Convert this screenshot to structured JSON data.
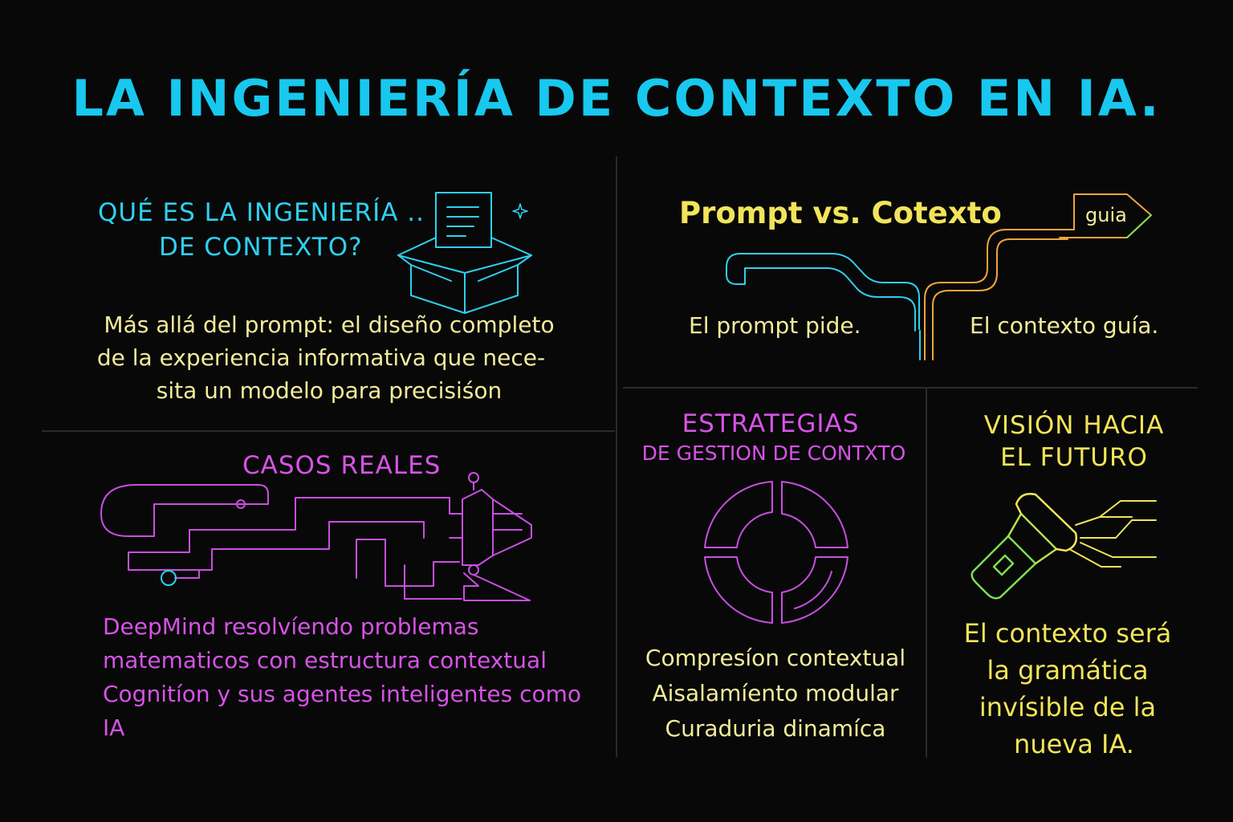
{
  "title": "LA INGENIERÍA DE CONTEXTO EN IA.",
  "sections": {
    "what_is": {
      "heading_line1": "QUÉ ES LA INGENIERÍA ..",
      "heading_line2": "DE CONTEXTO?",
      "body_line1": "Más allá del prompt: el diseño completo",
      "body_line2": "de la experiencia informativa que nece-",
      "body_line3": "sita un modelo para precisiśon"
    },
    "prompt_vs_context": {
      "heading": "Prompt vs. Cotexto",
      "tag": "guia",
      "left_caption": "El prompt pide.",
      "right_caption": "El contexto guía."
    },
    "real_cases": {
      "heading": "CASOS REALES",
      "body_line1": "DeepMind resolvíendo problemas",
      "body_line2": "matematicos con estructura contextual",
      "body_line3": "Cognitíon y sus agentes inteligentes como",
      "body_line4": "IA"
    },
    "strategies": {
      "heading_line1": "ESTRATEGIAS",
      "heading_line2": "DE GESTION DE CONTXTO",
      "items": [
        "Compresíon contextual",
        "Aisalamíento modular",
        "Curaduria dinamíca"
      ]
    },
    "future": {
      "heading_line1": "VISIÓN HACIA",
      "heading_line2": "EL FUTURO",
      "body_line1": "El contexto será",
      "body_line2": "la gramática",
      "body_line3": "invísible de la",
      "body_line4": "nueva IA."
    }
  },
  "icons": [
    "document-box-icon",
    "sparkle-icon",
    "route-lines-icon",
    "circuit-robot-icon",
    "segmented-ring-icon",
    "flashlight-icon"
  ],
  "colors": {
    "background": "#080808",
    "title": "#18c8ee",
    "cyan": "#2fd0ef",
    "yellow": "#f1e45a",
    "pale_yellow": "#f2ec9c",
    "magenta": "#d653e6",
    "orange": "#f0a53a",
    "green": "#7de04f"
  }
}
